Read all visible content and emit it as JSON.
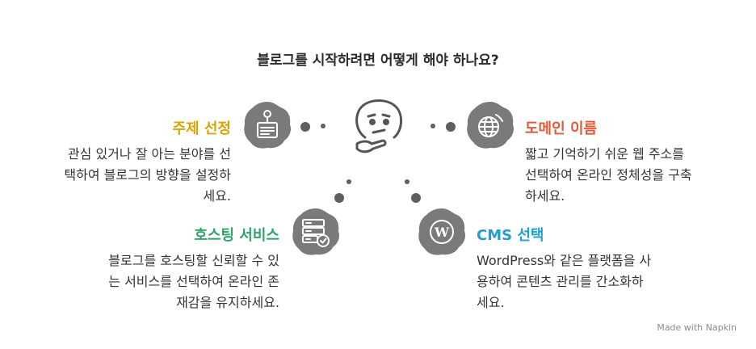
{
  "title": "블로그를 시작하려면 어떻게 해야 하나요?",
  "items": [
    {
      "heading": "주제 선정",
      "description": "관심 있거나 잘 아는 분야를 선택하여 블로그의 방향을 설정하세요.",
      "lines": [
        "관심 있거나 잘 아는 분야를 선",
        "택하여 블로그의 방향을 설정하",
        "세요."
      ],
      "color": "#d9a400",
      "icon": "newspaper-icon"
    },
    {
      "heading": "도메인 이름",
      "description": "짧고 기억하기 쉬운 웹 주소를 선택하여 온라인 정체성을 구축하세요.",
      "lines": [
        "짧고 기억하기 쉬운 웹 주소를",
        "선택하여 온라인 정체성을 구축",
        "하세요."
      ],
      "color": "#e05a3a",
      "icon": "globe-icon"
    },
    {
      "heading": "호스팅 서비스",
      "description": "블로그를 호스팅할 신뢰할 수 있는 서비스를 선택하여 온라인 존재감을 유지하세요.",
      "lines": [
        "블로그를 호스팅할 신뢰할 수 있",
        "는 서비스를 선택하여 온라인 존",
        "재감을 유지하세요."
      ],
      "color": "#2fa36b",
      "icon": "server-icon"
    },
    {
      "heading": "CMS 선택",
      "description": "WordPress와 같은 플랫폼을 사용하여 콘텐츠 관리를 간소화하세요.",
      "lines": [
        "WordPress와 같은 플랫폼을 사",
        "용하여 콘텐츠 관리를 간소화하",
        "세요."
      ],
      "color": "#1f9fcf",
      "icon": "wordpress-icon"
    }
  ],
  "center_icon": "thinking-face-icon",
  "watermark": "Made with Napkin",
  "blob_color": "#7a7a7a"
}
